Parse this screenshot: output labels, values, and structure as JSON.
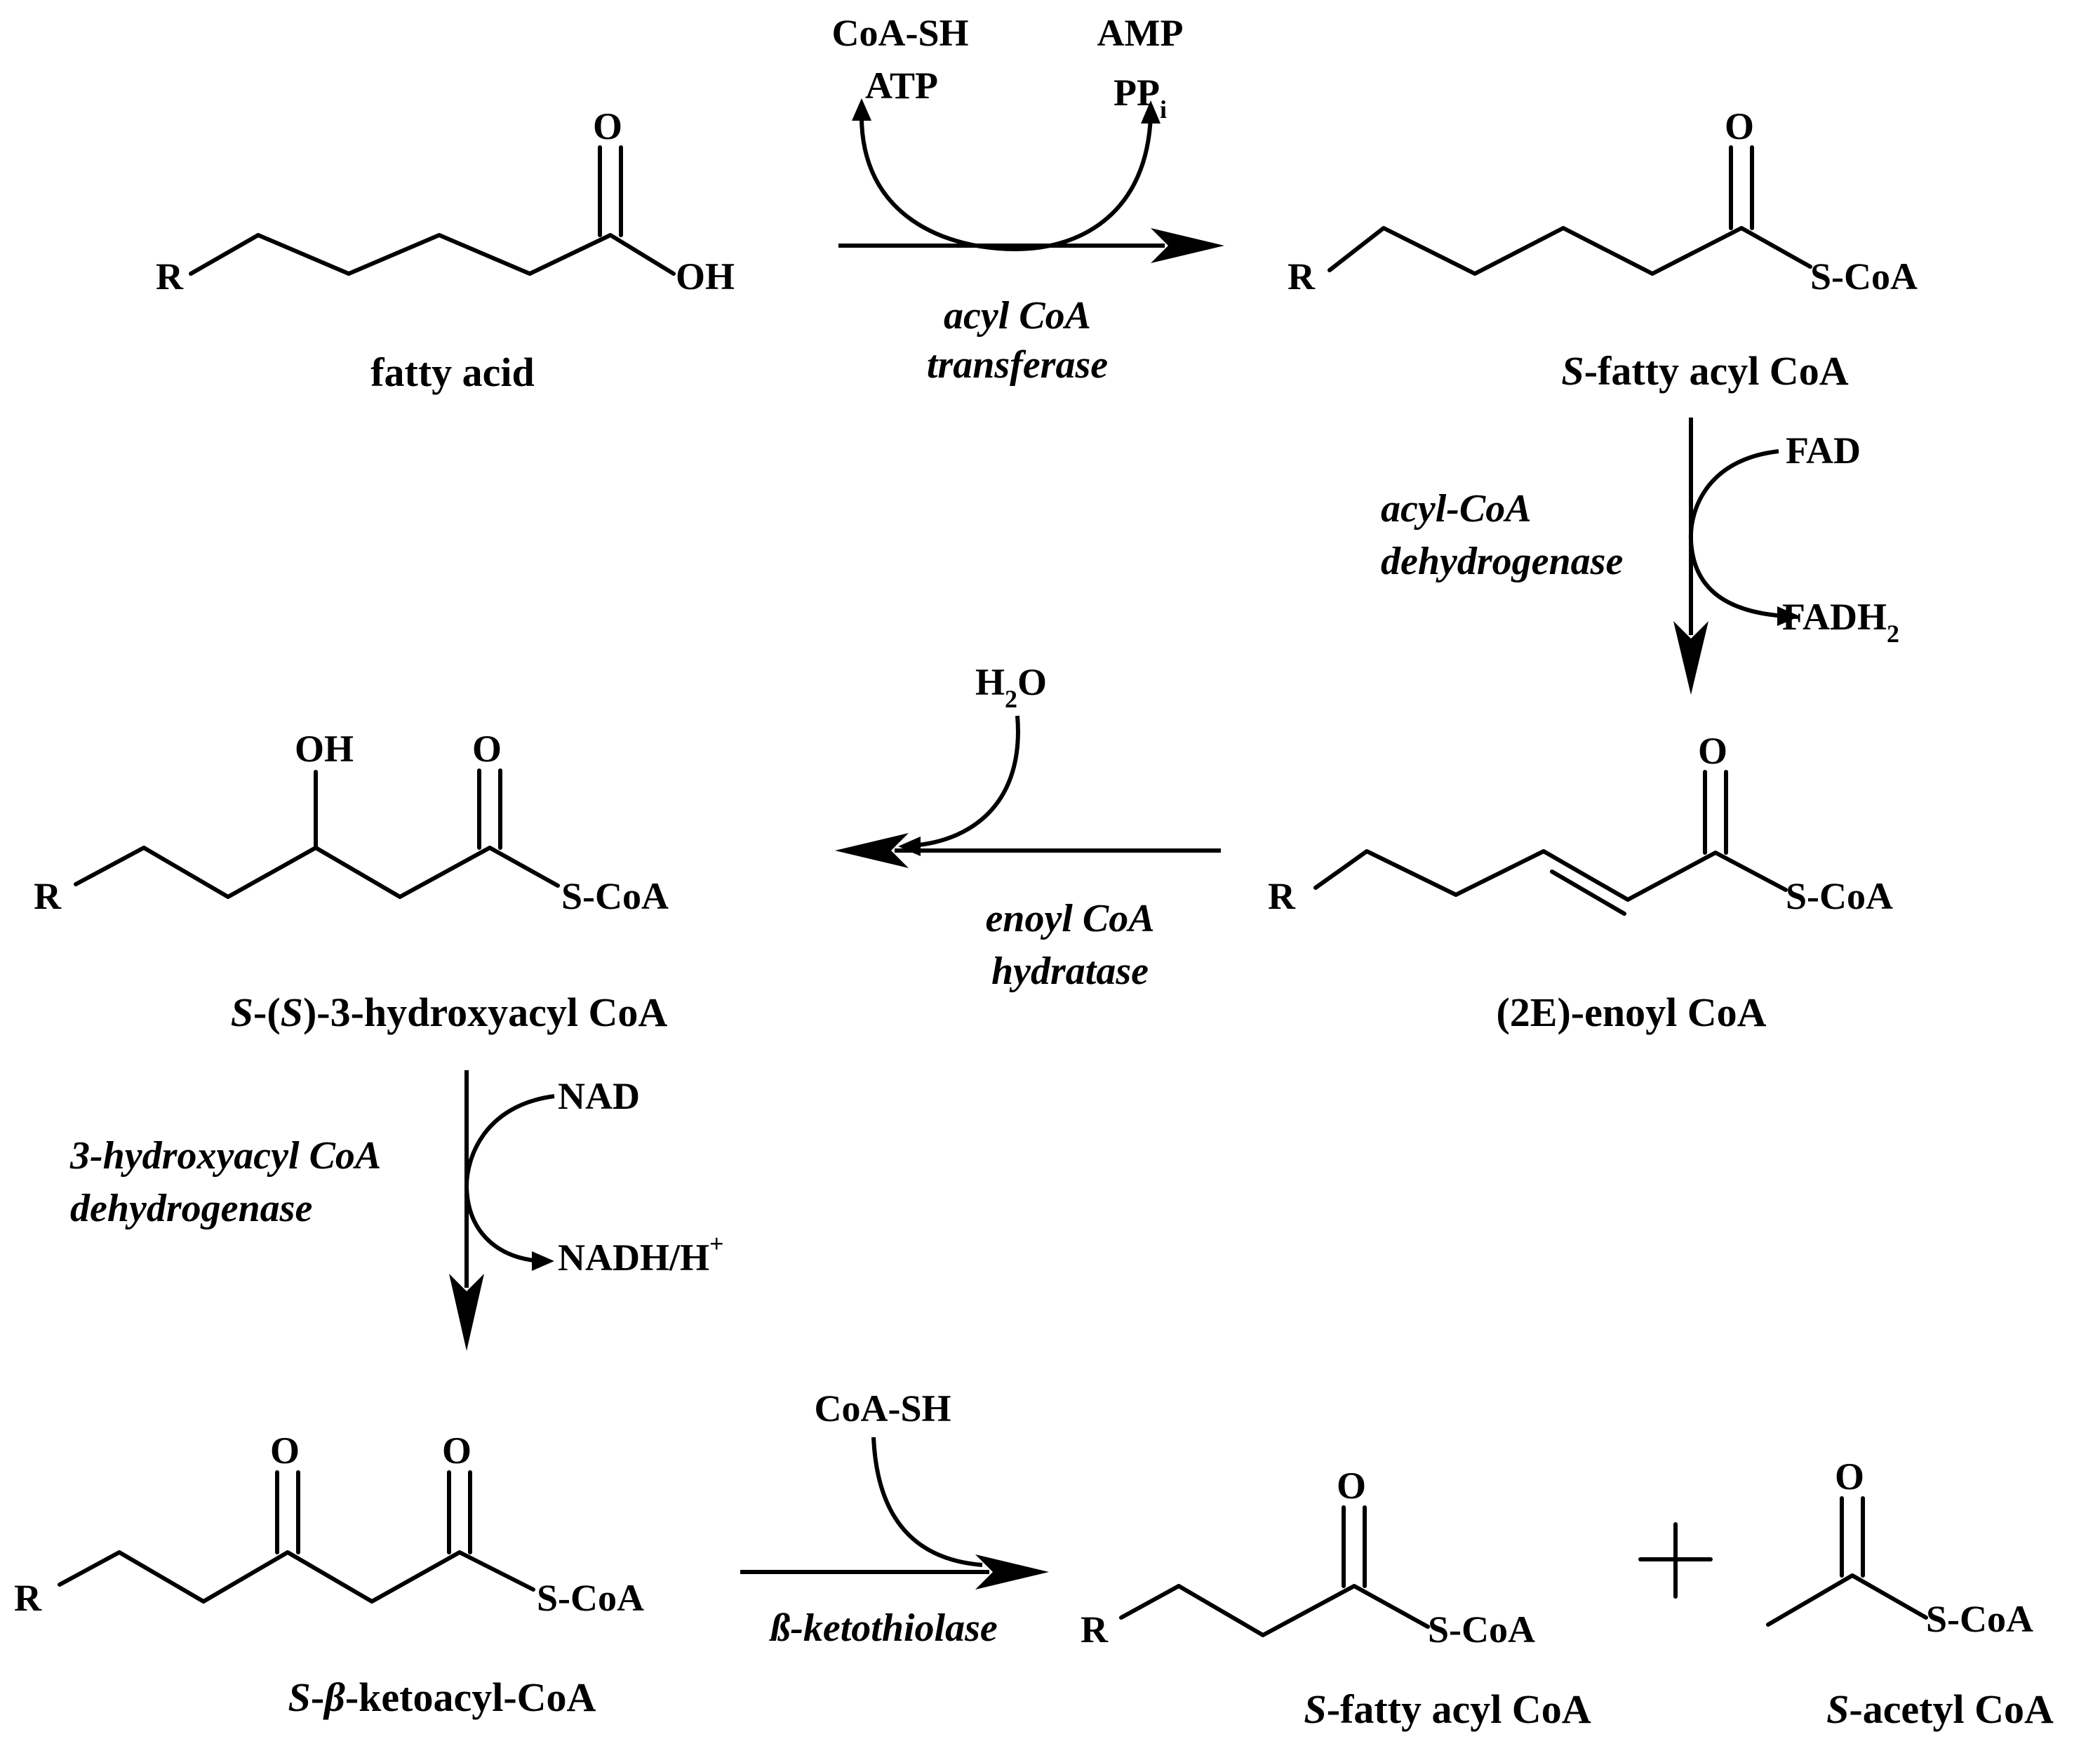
{
  "atoms": {
    "r": "R",
    "o": "O",
    "oh": "OH",
    "scoa": "S-CoA"
  },
  "compounds": {
    "fatty_acid": "fatty acid",
    "fatty_acyl_coa": {
      "prefix": "S",
      "rest": "-fatty acyl CoA"
    },
    "enoyl_coa": "(2E)-enoyl CoA",
    "hydroxyacyl_coa": {
      "p1": "S",
      "p2": "-(",
      "p3": "S",
      "p4": ")-3-hydroxyacyl CoA"
    },
    "ketoacyl_coa": {
      "p1": "S",
      "p2": "-",
      "p3": "β",
      "p4": "-ketoacyl-CoA"
    },
    "fatty_acyl_coa_2": {
      "prefix": "S",
      "rest": "-fatty acyl CoA"
    },
    "acetyl_coa": {
      "prefix": "S",
      "rest": "-acetyl CoA"
    }
  },
  "enzymes": {
    "transferase": [
      "acyl CoA",
      "transferase"
    ],
    "acyl_dehydrogenase": [
      "acyl-CoA",
      "dehydrogenase"
    ],
    "hydratase": [
      "enoyl CoA",
      "hydratase"
    ],
    "hydroxyacyl_dehydrogenase": [
      "3-hydroxyacyl CoA",
      "dehydrogenase"
    ],
    "thiolase": "ß-ketothiolase"
  },
  "cofactors": {
    "coash_in": "CoA-SH",
    "atp": "ATP",
    "amp": "AMP",
    "ppi": {
      "base": "PP",
      "sub": "i"
    },
    "fad": "FAD",
    "fadh2": {
      "base": "FADH",
      "sub": "2"
    },
    "h2o": {
      "h": "H",
      "sub": "2",
      "o": "O"
    },
    "nad": "NAD",
    "nadh": {
      "base": "NADH/H",
      "sup": "+"
    },
    "coash_thiolase": "CoA-SH"
  },
  "plus": "+"
}
